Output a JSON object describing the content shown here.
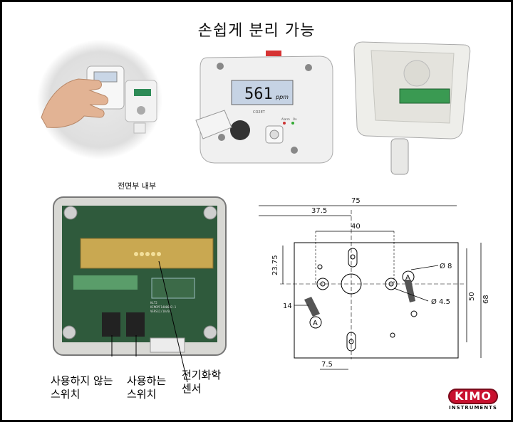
{
  "title": "손쉽게 분리 가능",
  "device_screen": {
    "value": "561",
    "unit": "ppm",
    "model": "CO2ET"
  },
  "device_labels": {
    "alarm": "Alarm",
    "on": "On"
  },
  "pcb_caption": "전면부 내부",
  "pcb_text": {
    "line1": "HLT2",
    "line2": "KIMOPF1400002-1",
    "line3": "VERS12/10/01"
  },
  "labels": {
    "unused_switch": [
      "사용하지 않는",
      "스위치"
    ],
    "used_switch": [
      "사용하는",
      "스위치"
    ],
    "sensor": [
      "전기화학",
      "센서"
    ]
  },
  "drawing": {
    "dim_75": "75",
    "dim_37_5": "37.5",
    "dim_40": "40",
    "dim_23_75": "23.75",
    "dim_14": "14",
    "dim_7_5": "7.5",
    "dim_50": "50",
    "dim_68": "68",
    "dia_8": "Ø 8",
    "dia_4_5": "Ø 4.5",
    "marker_a": "A"
  },
  "logo": {
    "name": "KIMO",
    "sub": "INSTRUMENTS",
    "color": "#c8102e"
  }
}
